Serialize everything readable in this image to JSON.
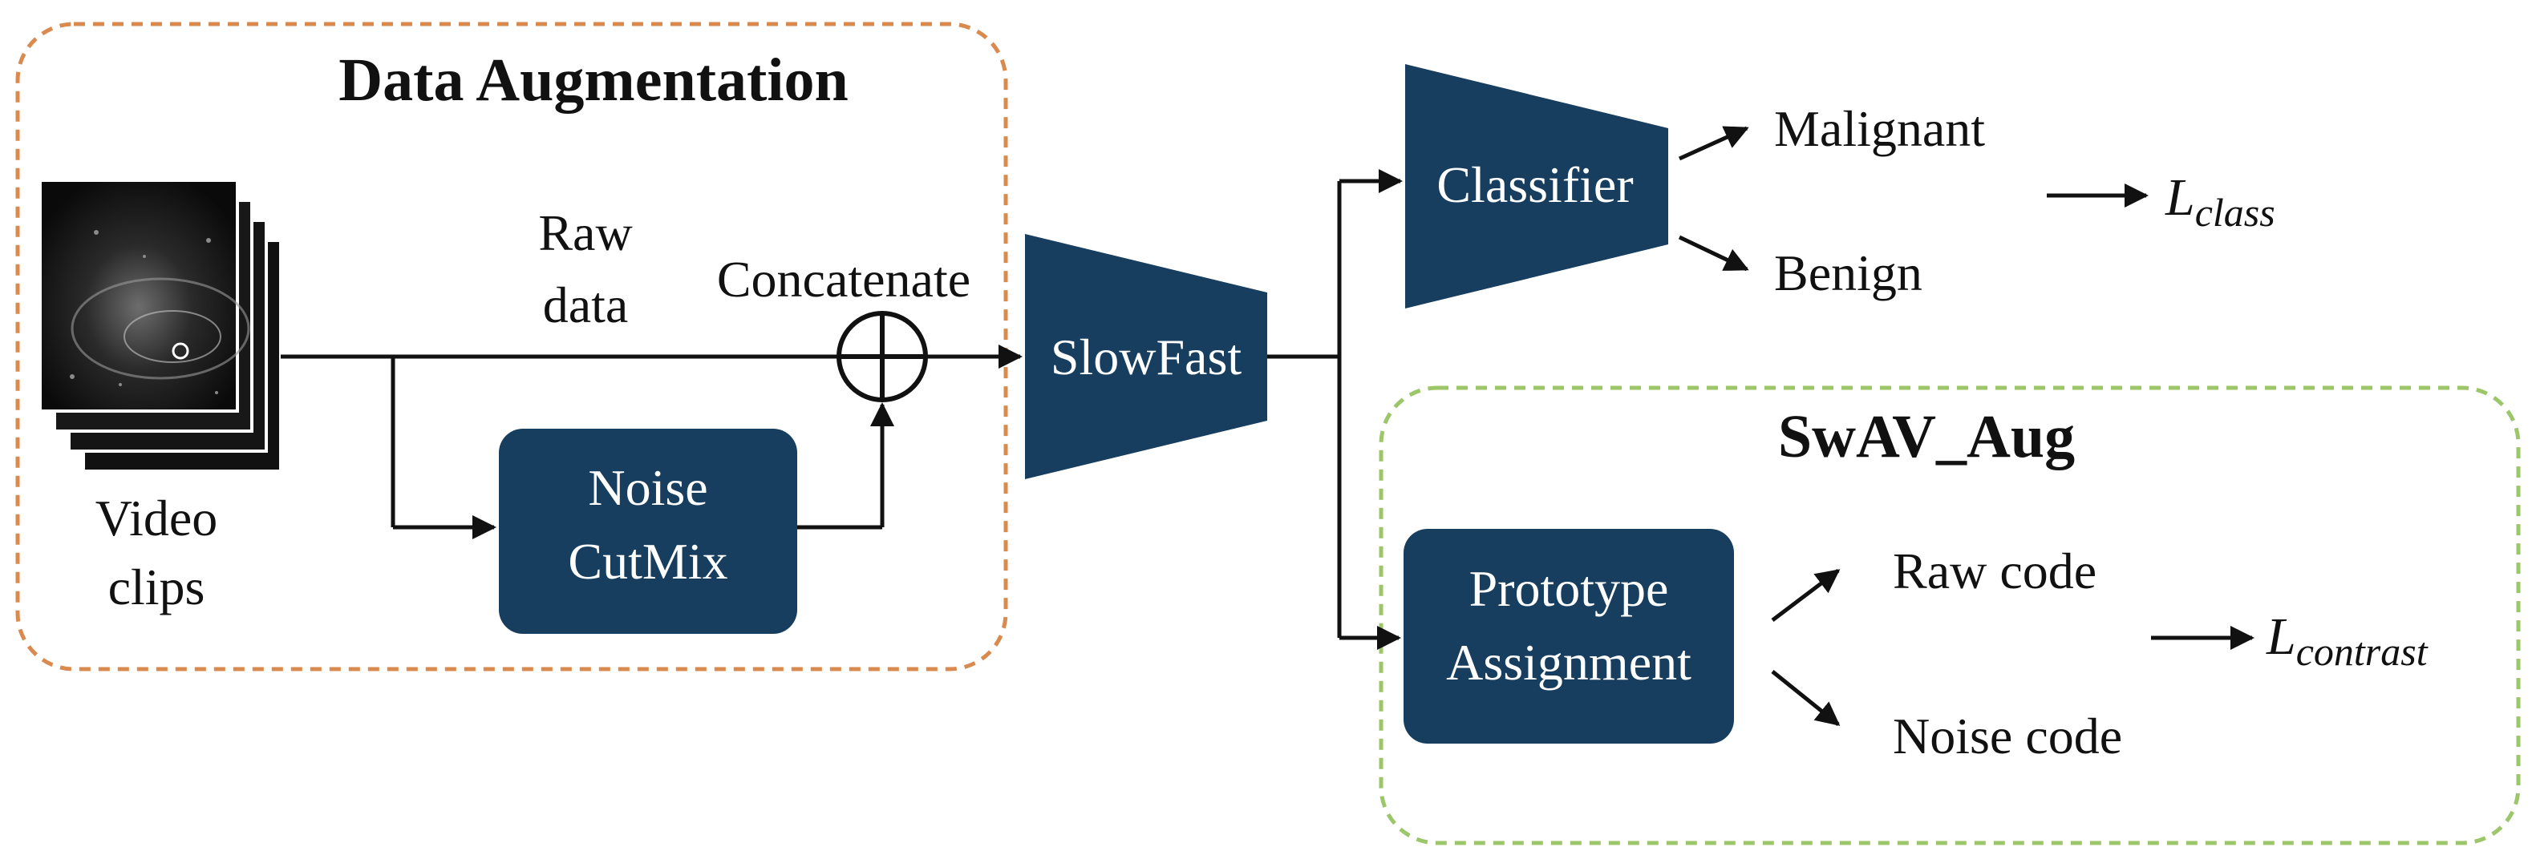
{
  "diagram": {
    "colors": {
      "node_fill": "#173e5f",
      "node_text": "#ffffff",
      "line": "#111111",
      "augmentation_border": "#d98a4f",
      "swav_border": "#9cc66a"
    },
    "augmentation": {
      "title": "Data Augmentation",
      "video_label_line1": "Video",
      "video_label_line2": "clips",
      "raw_label_line1": "Raw",
      "raw_label_line2": "data",
      "concat_label": "Concatenate",
      "noise_line1": "Noise",
      "noise_line2": "CutMix"
    },
    "backbone": {
      "label": "SlowFast"
    },
    "classifier": {
      "label": "Classifier",
      "out1": "Malignant",
      "out2": "Benign",
      "loss_main": "L",
      "loss_sub": "class"
    },
    "swav": {
      "title": "SwAV_Aug",
      "proto_line1": "Prototype",
      "proto_line2": "Assignment",
      "out1": "Raw code",
      "out2": "Noise code",
      "loss_main": "L",
      "loss_sub": "contrast"
    }
  }
}
